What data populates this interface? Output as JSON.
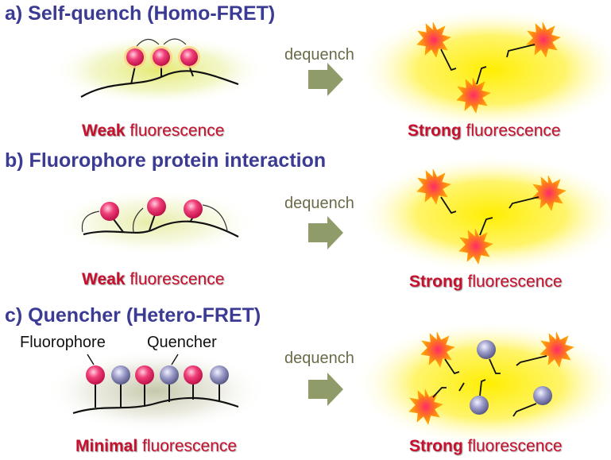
{
  "panels": [
    {
      "title": "a) Self-quench (Homo-FRET)",
      "left_label": {
        "emph": "Weak",
        "rest": " fluorescence"
      },
      "arrow_label": "dequench",
      "right_label": {
        "emph": "Strong",
        "rest": " fluorescence"
      }
    },
    {
      "title": "b) Fluorophore protein interaction",
      "left_label": {
        "emph": "Weak",
        "rest": " fluorescence"
      },
      "arrow_label": "dequench",
      "right_label": {
        "emph": "Strong",
        "rest": " fluorescence"
      }
    },
    {
      "title": "c) Quencher (Hetero-FRET)",
      "left_label": {
        "emph": "Minimal",
        "rest": " fluorescence"
      },
      "arrow_label": "dequench",
      "right_label": {
        "emph": "Strong",
        "rest": " fluorescence"
      },
      "legend": {
        "fluorophore": "Fluorophore",
        "quencher": "Quencher"
      }
    }
  ],
  "colors": {
    "title": "#3b3b94",
    "emphasis": "#c8102e",
    "fluorophore": "#e8185f",
    "quencher": "#8a8ab8",
    "arrow": "#8f9c6a",
    "glow_strong": "#ffee00",
    "glow_weak": "#d8e070"
  }
}
